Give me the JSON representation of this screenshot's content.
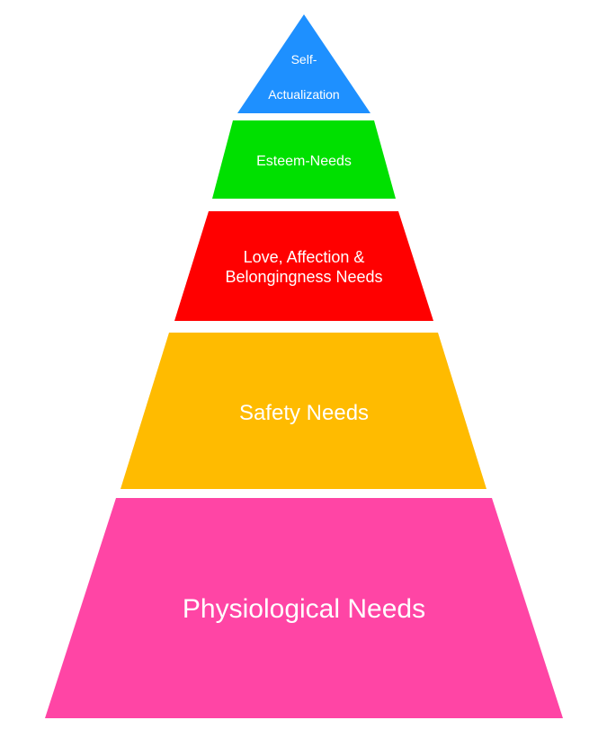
{
  "pyramid": {
    "tiers": [
      {
        "lines": [
          "Self-",
          "Actualization"
        ],
        "color": "#1E90FF"
      },
      {
        "lines": [
          "Esteem-Needs"
        ],
        "color": "#00E000"
      },
      {
        "lines": [
          "Love, Affection &",
          "Belongingness Needs"
        ],
        "color": "#FF0000"
      },
      {
        "lines": [
          "Safety Needs"
        ],
        "color": "#FFBB00"
      },
      {
        "lines": [
          "Physiological Needs"
        ],
        "color": "#FF45A5"
      }
    ]
  }
}
